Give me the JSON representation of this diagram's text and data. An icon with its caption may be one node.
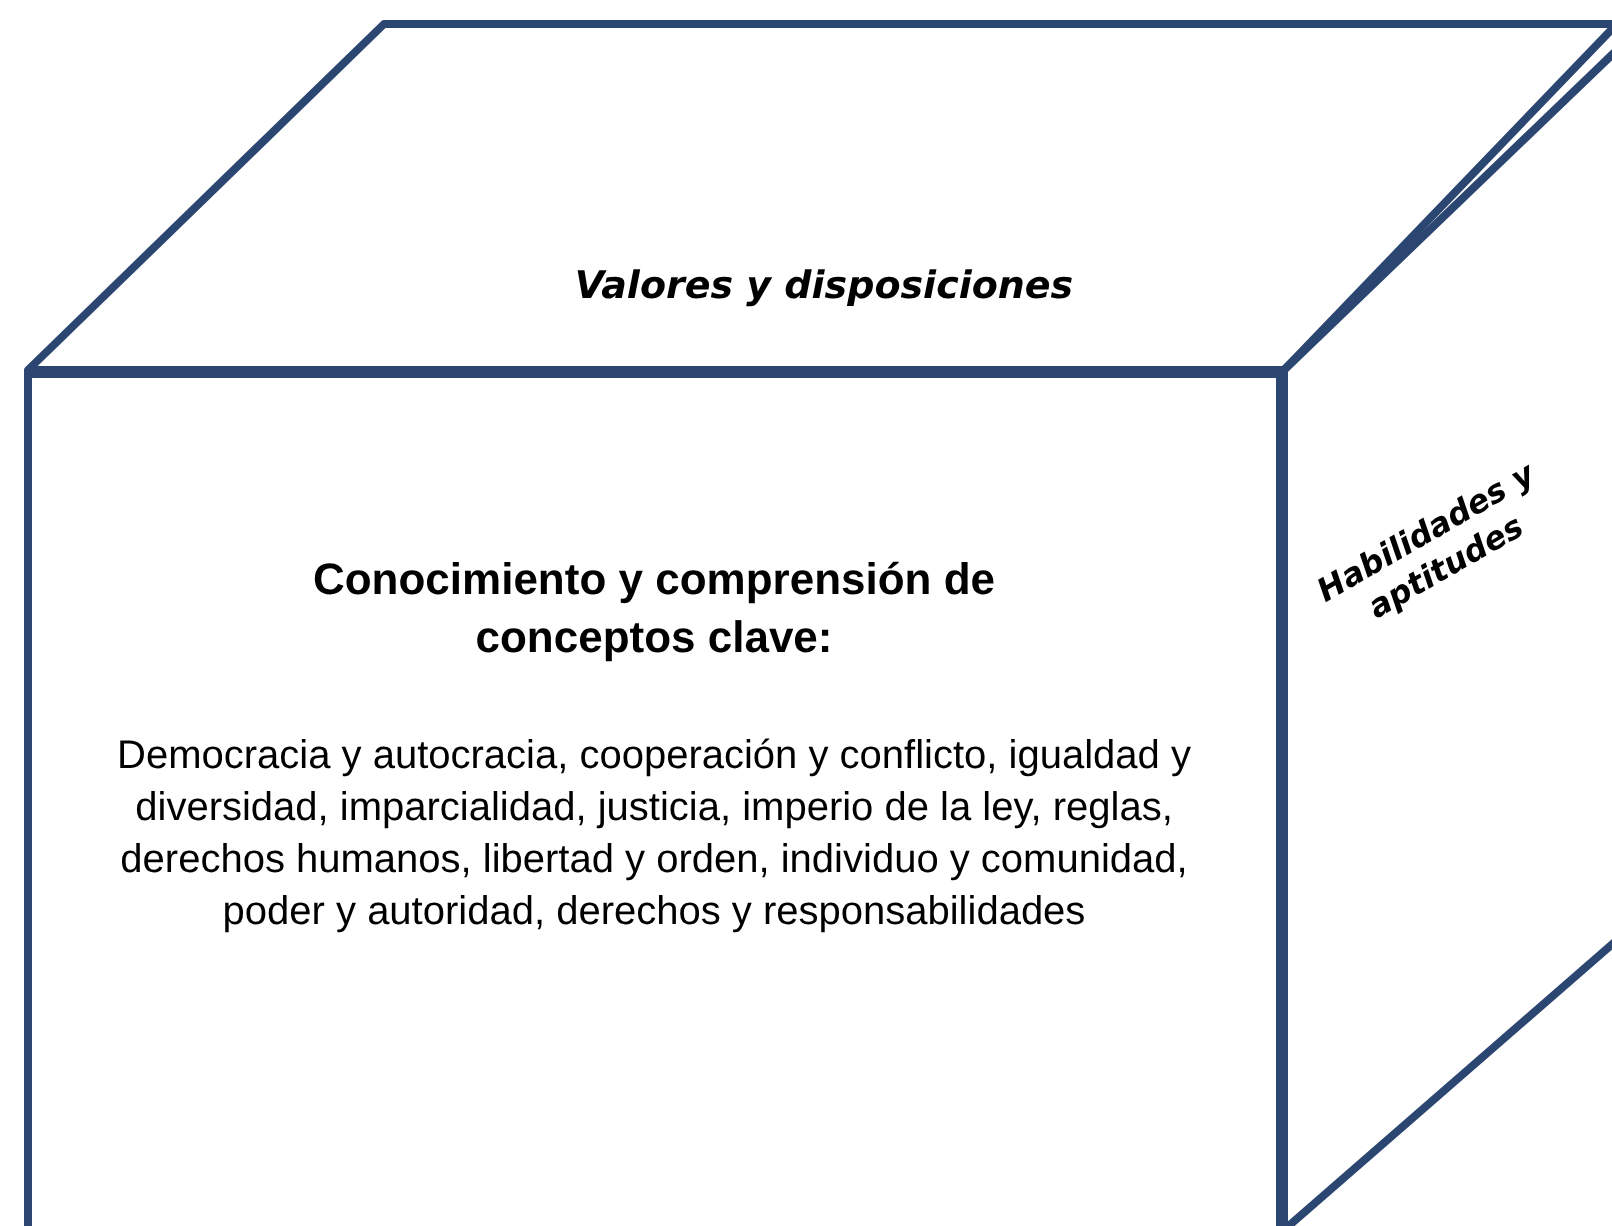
{
  "diagram": {
    "nodes": [
      {
        "text": [
          "Conocimiento y comprensión de conceptos clave:",
          "Democracia y autocracia, cooperación y conflicto, igualdad y diversidad, imparcialidad, justicia, imperio de la ley, reglas, derechos humanos, libertad y orden, individuo y comunidad, poder y autoridad, derechos y responsabilidades"
        ]
      },
      {
        "text": [
          "Valores y disposiciones"
        ]
      },
      {
        "text": [
          "Habilidades y aptitudes"
        ]
      }
    ]
  }
}
